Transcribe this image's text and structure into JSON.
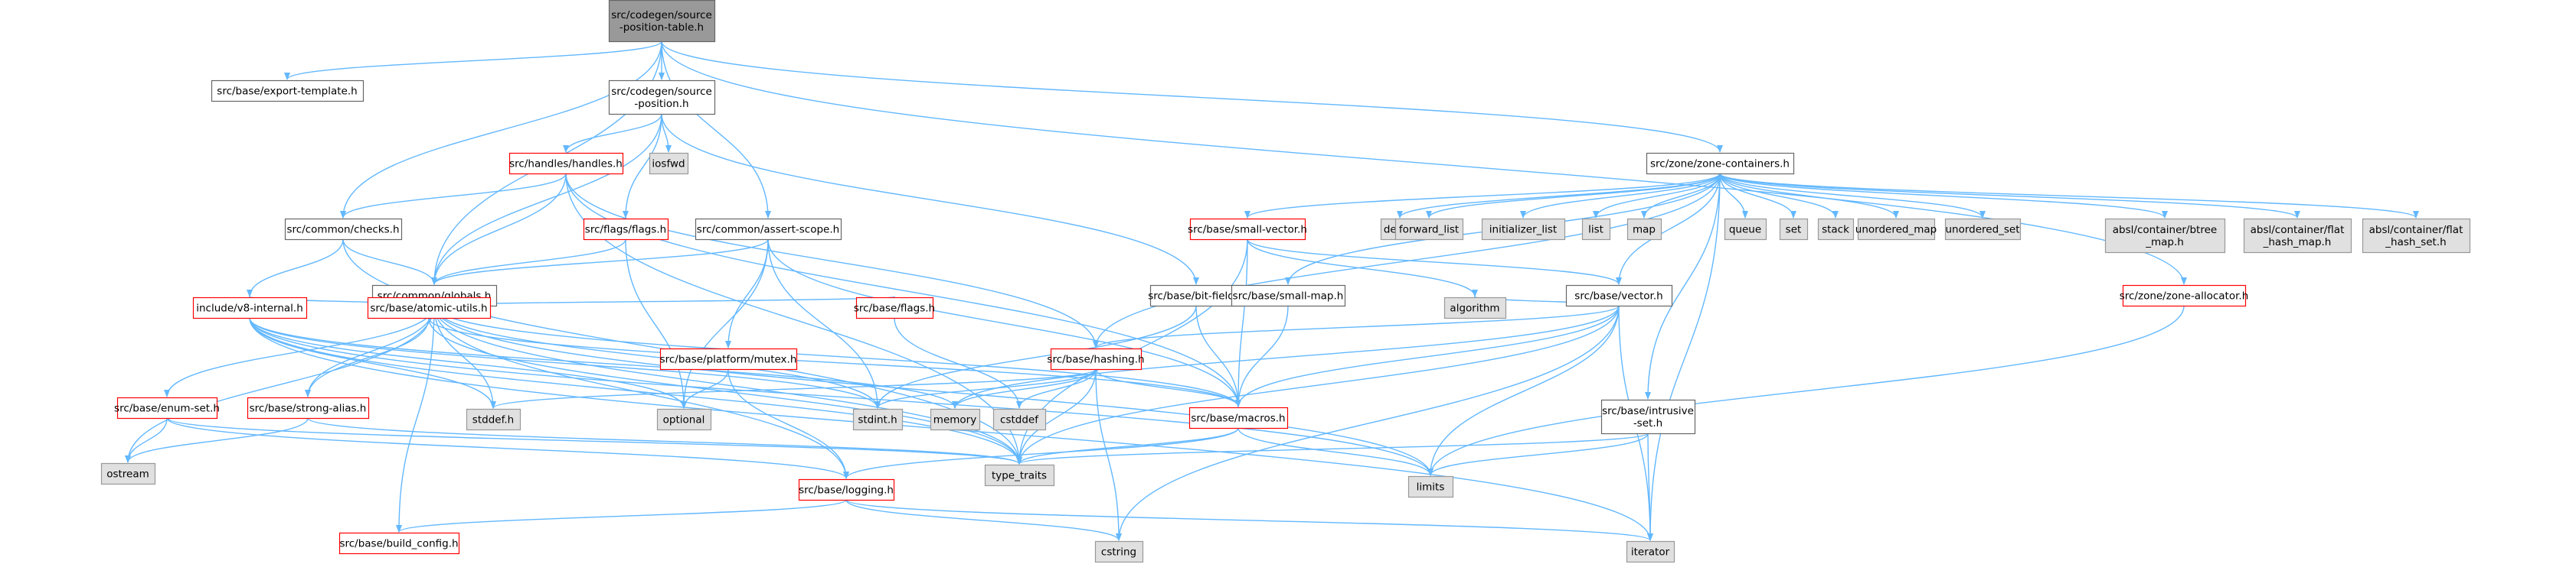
{
  "colors": {
    "edge": "#63b8ff",
    "selected_fill": "#999999",
    "selected_border": "#666666",
    "file_fill": "#ffffff",
    "file_border_normal": "#666666",
    "file_border_incomplete": "#ff0000",
    "system_fill": "#e0e0e0",
    "system_border": "#999999"
  },
  "nodes": [
    {
      "id": "src",
      "lines": [
        "src/codegen/source",
        "-position-table.h"
      ],
      "kind": "selected"
    },
    {
      "id": "export",
      "lines": [
        "src/base/export-template.h"
      ],
      "kind": "file"
    },
    {
      "id": "srcpos",
      "lines": [
        "src/codegen/source",
        "-position.h"
      ],
      "kind": "file"
    },
    {
      "id": "handles",
      "lines": [
        "src/handles/handles.h"
      ],
      "kind": "red"
    },
    {
      "id": "iosfwd",
      "lines": [
        "iosfwd"
      ],
      "kind": "system"
    },
    {
      "id": "checks",
      "lines": [
        "src/common/checks.h"
      ],
      "kind": "file"
    },
    {
      "id": "flags",
      "lines": [
        "src/flags/flags.h"
      ],
      "kind": "red"
    },
    {
      "id": "assert",
      "lines": [
        "src/common/assert-scope.h"
      ],
      "kind": "file"
    },
    {
      "id": "globals",
      "lines": [
        "src/common/globals.h"
      ],
      "kind": "file"
    },
    {
      "id": "bitfield",
      "lines": [
        "src/base/bit-field.h"
      ],
      "kind": "file"
    },
    {
      "id": "zonecont",
      "lines": [
        "src/zone/zone-containers.h"
      ],
      "kind": "file"
    },
    {
      "id": "smallvec",
      "lines": [
        "src/base/small-vector.h"
      ],
      "kind": "red"
    },
    {
      "id": "deque",
      "lines": [
        "deque"
      ],
      "kind": "system"
    },
    {
      "id": "fwdlist",
      "lines": [
        "forward_list"
      ],
      "kind": "system"
    },
    {
      "id": "initlist",
      "lines": [
        "initializer_list"
      ],
      "kind": "system"
    },
    {
      "id": "list",
      "lines": [
        "list"
      ],
      "kind": "system"
    },
    {
      "id": "map",
      "lines": [
        "map"
      ],
      "kind": "system"
    },
    {
      "id": "queue",
      "lines": [
        "queue"
      ],
      "kind": "system"
    },
    {
      "id": "set",
      "lines": [
        "set"
      ],
      "kind": "system"
    },
    {
      "id": "stack",
      "lines": [
        "stack"
      ],
      "kind": "system"
    },
    {
      "id": "umap",
      "lines": [
        "unordered_map"
      ],
      "kind": "system"
    },
    {
      "id": "uset",
      "lines": [
        "unordered_set"
      ],
      "kind": "system"
    },
    {
      "id": "btree",
      "lines": [
        "absl/container/btree",
        "_map.h"
      ],
      "kind": "system"
    },
    {
      "id": "flatmap",
      "lines": [
        "absl/container/flat",
        "_hash_map.h"
      ],
      "kind": "system"
    },
    {
      "id": "flatset",
      "lines": [
        "absl/container/flat",
        "_hash_set.h"
      ],
      "kind": "system"
    },
    {
      "id": "smallmap",
      "lines": [
        "src/base/small-map.h"
      ],
      "kind": "file"
    },
    {
      "id": "vector",
      "lines": [
        "src/base/vector.h"
      ],
      "kind": "file"
    },
    {
      "id": "zonealloc",
      "lines": [
        "src/zone/zone-allocator.h"
      ],
      "kind": "red"
    },
    {
      "id": "v8internal",
      "lines": [
        "include/v8-internal.h"
      ],
      "kind": "red"
    },
    {
      "id": "atomic",
      "lines": [
        "src/base/atomic-utils.h"
      ],
      "kind": "red"
    },
    {
      "id": "mutex",
      "lines": [
        "src/base/platform/mutex.h"
      ],
      "kind": "red"
    },
    {
      "id": "bflags",
      "lines": [
        "src/base/flags.h"
      ],
      "kind": "red"
    },
    {
      "id": "hashing",
      "lines": [
        "src/base/hashing.h"
      ],
      "kind": "red"
    },
    {
      "id": "algorithm",
      "lines": [
        "algorithm"
      ],
      "kind": "system"
    },
    {
      "id": "enumset",
      "lines": [
        "src/base/enum-set.h"
      ],
      "kind": "red"
    },
    {
      "id": "stralias",
      "lines": [
        "src/base/strong-alias.h"
      ],
      "kind": "red"
    },
    {
      "id": "stddef",
      "lines": [
        "stddef.h"
      ],
      "kind": "system"
    },
    {
      "id": "optional",
      "lines": [
        "optional"
      ],
      "kind": "system"
    },
    {
      "id": "stdint",
      "lines": [
        "stdint.h"
      ],
      "kind": "system"
    },
    {
      "id": "memory",
      "lines": [
        "memory"
      ],
      "kind": "system"
    },
    {
      "id": "cstddef",
      "lines": [
        "cstddef"
      ],
      "kind": "system"
    },
    {
      "id": "macros",
      "lines": [
        "src/base/macros.h"
      ],
      "kind": "red"
    },
    {
      "id": "intrusive",
      "lines": [
        "src/base/intrusive",
        "-set.h"
      ],
      "kind": "file"
    },
    {
      "id": "ostream",
      "lines": [
        "ostream"
      ],
      "kind": "system"
    },
    {
      "id": "typetraits",
      "lines": [
        "type_traits"
      ],
      "kind": "system"
    },
    {
      "id": "logging",
      "lines": [
        "src/base/logging.h"
      ],
      "kind": "red"
    },
    {
      "id": "limits",
      "lines": [
        "limits"
      ],
      "kind": "system"
    },
    {
      "id": "buildcfg",
      "lines": [
        "src/base/build_config.h"
      ],
      "kind": "red"
    },
    {
      "id": "cstring",
      "lines": [
        "cstring"
      ],
      "kind": "system"
    },
    {
      "id": "iterator",
      "lines": [
        "iterator"
      ],
      "kind": "system"
    }
  ],
  "edges": [
    [
      "src",
      "export"
    ],
    [
      "src",
      "srcpos"
    ],
    [
      "src",
      "checks"
    ],
    [
      "src",
      "globals"
    ],
    [
      "src",
      "assert"
    ],
    [
      "src",
      "zonecont"
    ],
    [
      "src",
      "zonealloc"
    ],
    [
      "srcpos",
      "handles"
    ],
    [
      "srcpos",
      "iosfwd"
    ],
    [
      "srcpos",
      "flags"
    ],
    [
      "srcpos",
      "globals"
    ],
    [
      "srcpos",
      "bitfield"
    ],
    [
      "handles",
      "checks"
    ],
    [
      "handles",
      "globals"
    ],
    [
      "handles",
      "hashing"
    ],
    [
      "handles",
      "macros"
    ],
    [
      "handles",
      "typetraits"
    ],
    [
      "checks",
      "globals"
    ],
    [
      "checks",
      "v8internal"
    ],
    [
      "checks",
      "typetraits"
    ],
    [
      "flags",
      "globals"
    ],
    [
      "flags",
      "optional"
    ],
    [
      "assert",
      "globals"
    ],
    [
      "assert",
      "optional"
    ],
    [
      "assert",
      "mutex"
    ],
    [
      "assert",
      "stdint"
    ],
    [
      "assert",
      "macros"
    ],
    [
      "globals",
      "v8internal"
    ],
    [
      "globals",
      "atomic"
    ],
    [
      "globals",
      "bflags"
    ],
    [
      "globals",
      "enumset"
    ],
    [
      "globals",
      "stralias"
    ],
    [
      "globals",
      "stddef"
    ],
    [
      "globals",
      "stdint"
    ],
    [
      "globals",
      "macros"
    ],
    [
      "globals",
      "logging"
    ],
    [
      "globals",
      "ostream"
    ],
    [
      "globals",
      "typetraits"
    ],
    [
      "globals",
      "limits"
    ],
    [
      "globals",
      "buildcfg"
    ],
    [
      "bitfield",
      "stdint"
    ],
    [
      "bitfield",
      "macros"
    ],
    [
      "zonecont",
      "smallvec"
    ],
    [
      "zonecont",
      "deque"
    ],
    [
      "zonecont",
      "fwdlist"
    ],
    [
      "zonecont",
      "initlist"
    ],
    [
      "zonecont",
      "list"
    ],
    [
      "zonecont",
      "map"
    ],
    [
      "zonecont",
      "queue"
    ],
    [
      "zonecont",
      "set"
    ],
    [
      "zonecont",
      "stack"
    ],
    [
      "zonecont",
      "umap"
    ],
    [
      "zonecont",
      "uset"
    ],
    [
      "zonecont",
      "btree"
    ],
    [
      "zonecont",
      "flatmap"
    ],
    [
      "zonecont",
      "flatset"
    ],
    [
      "zonecont",
      "smallmap"
    ],
    [
      "zonecont",
      "vector"
    ],
    [
      "zonecont",
      "hashing"
    ],
    [
      "zonecont",
      "intrusive"
    ],
    [
      "zonecont",
      "iterator"
    ],
    [
      "smallvec",
      "algorithm"
    ],
    [
      "smallvec",
      "vector"
    ],
    [
      "smallvec",
      "macros"
    ],
    [
      "smallvec",
      "typetraits"
    ],
    [
      "smallmap",
      "macros"
    ],
    [
      "vector",
      "algorithm"
    ],
    [
      "vector",
      "hashing"
    ],
    [
      "vector",
      "macros"
    ],
    [
      "vector",
      "typetraits"
    ],
    [
      "vector",
      "limits"
    ],
    [
      "vector",
      "cstring"
    ],
    [
      "vector",
      "iterator"
    ],
    [
      "vector",
      "memory"
    ],
    [
      "zonealloc",
      "limits"
    ],
    [
      "v8internal",
      "stddef"
    ],
    [
      "v8internal",
      "stdint"
    ],
    [
      "v8internal",
      "memory"
    ],
    [
      "v8internal",
      "optional"
    ],
    [
      "v8internal",
      "typetraits"
    ],
    [
      "v8internal",
      "iterator"
    ],
    [
      "v8internal",
      "limits"
    ],
    [
      "atomic",
      "stralias"
    ],
    [
      "atomic",
      "macros"
    ],
    [
      "atomic",
      "typetraits"
    ],
    [
      "mutex",
      "optional"
    ],
    [
      "mutex",
      "logging"
    ],
    [
      "bflags",
      "cstddef"
    ],
    [
      "hashing",
      "stddef"
    ],
    [
      "hashing",
      "stdint"
    ],
    [
      "hashing",
      "memory"
    ],
    [
      "hashing",
      "cstddef"
    ],
    [
      "hashing",
      "macros"
    ],
    [
      "hashing",
      "cstring"
    ],
    [
      "hashing",
      "typetraits"
    ],
    [
      "enumset",
      "ostream"
    ],
    [
      "enumset",
      "typetraits"
    ],
    [
      "enumset",
      "logging"
    ],
    [
      "stralias",
      "ostream"
    ],
    [
      "stralias",
      "typetraits"
    ],
    [
      "macros",
      "limits"
    ],
    [
      "macros",
      "typetraits"
    ],
    [
      "macros",
      "logging"
    ],
    [
      "intrusive",
      "iterator"
    ],
    [
      "intrusive",
      "limits"
    ],
    [
      "intrusive",
      "typetraits"
    ],
    [
      "logging",
      "buildcfg"
    ],
    [
      "logging",
      "cstring"
    ],
    [
      "logging",
      "iterator"
    ]
  ]
}
